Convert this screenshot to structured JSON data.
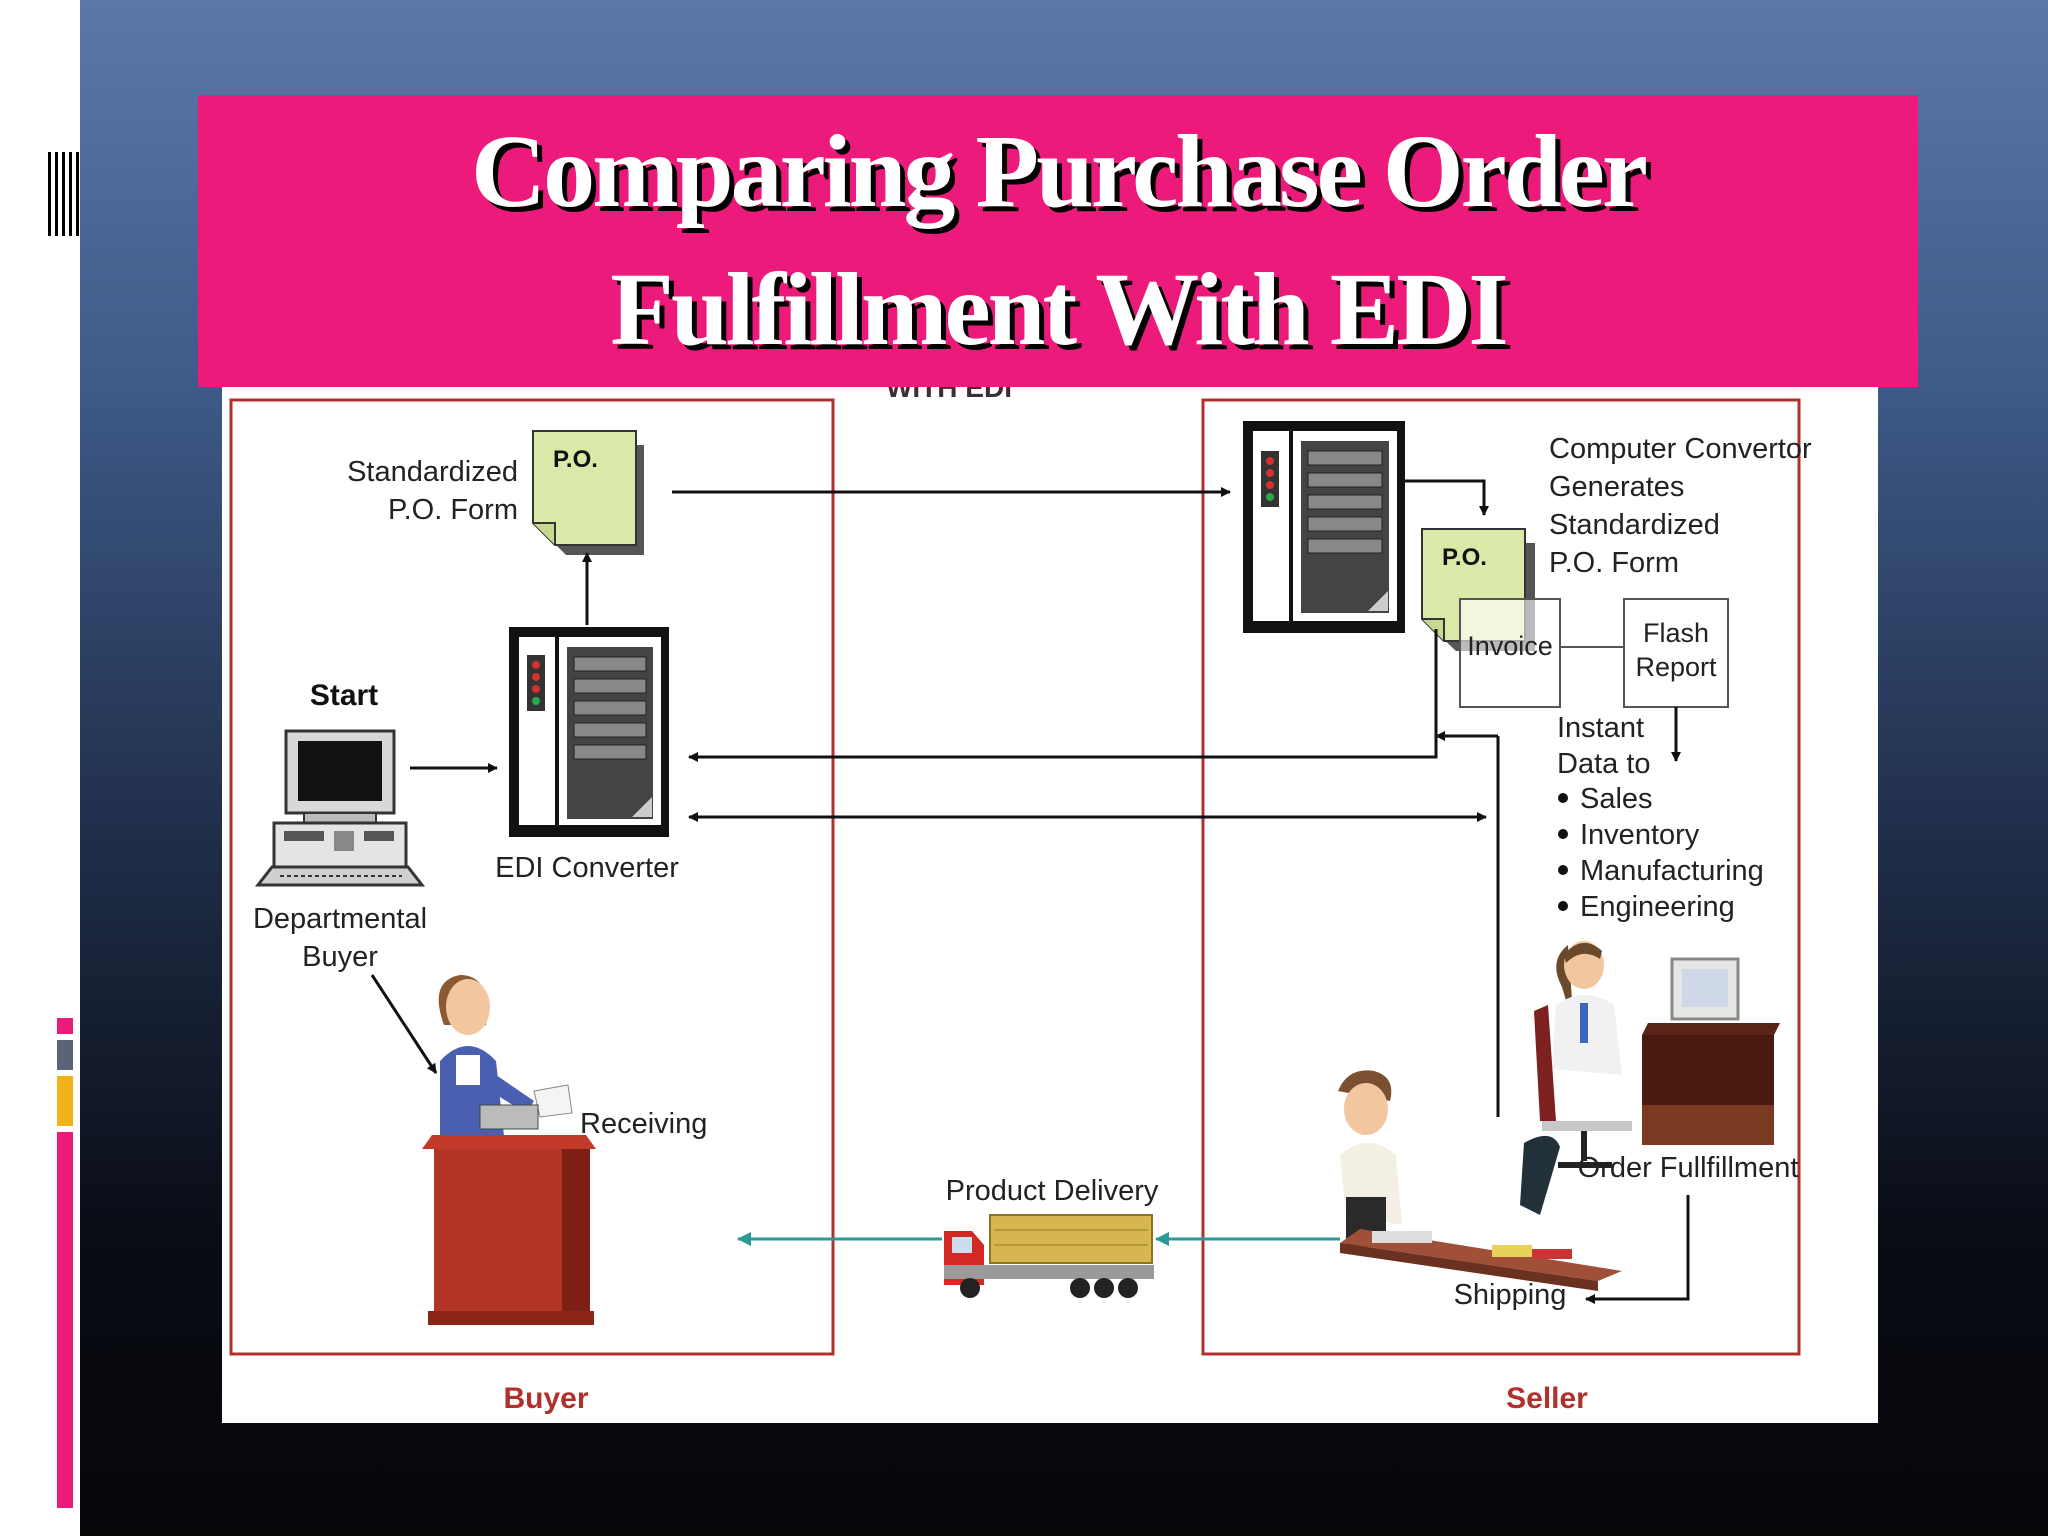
{
  "slide": {
    "title_line1": "Comparing Purchase Order",
    "title_line2": "Fulfillment With EDI",
    "banner_color": "#ec1a7b"
  },
  "diagram": {
    "header_fragment": "WITH EDI",
    "standardized_po_form": [
      "Standardized",
      "P.O. Form"
    ],
    "po_doc_label": "P.O.",
    "start_label": "Start",
    "edi_converter_label": "EDI Converter",
    "departmental_buyer": [
      "Departmental",
      "Buyer"
    ],
    "receiving_label": "Receiving",
    "product_delivery_label": "Product Delivery",
    "computer_convertor": [
      "Computer Convertor",
      "Generates",
      "Standardized",
      "P.O. Form"
    ],
    "invoice_label": "Invoice",
    "flash_report": [
      "Flash",
      "Report"
    ],
    "instant_data": [
      "Instant",
      "Data to"
    ],
    "data_targets": [
      "Sales",
      "Inventory",
      "Manufacturing",
      "Engineering"
    ],
    "order_fulfillment_label": "Order Fullfillment",
    "shipping_label": "Shipping",
    "buyer_label": "Buyer",
    "seller_label": "Seller",
    "region_border_color": "#b0302c",
    "flow_arrow_color": "#111111",
    "delivery_arrow_color": "#2a9a98"
  }
}
